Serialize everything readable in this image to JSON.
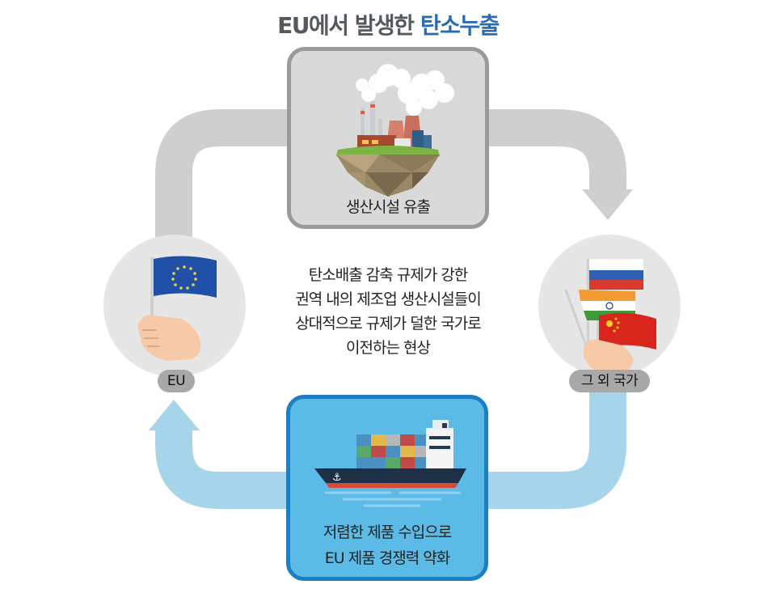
{
  "title": {
    "prefix": "EU에서 발생한 ",
    "highlight": "탄소누출",
    "highlight_color": "#2a6cb3"
  },
  "top_box": {
    "label": "생산시설 유출",
    "illustration": "factory-on-island"
  },
  "bottom_box": {
    "line1": "저렴한 제품 수입으로",
    "line2": "EU 제품 경쟁력 약화",
    "illustration": "container-ship"
  },
  "left_circle": {
    "label": "EU",
    "illustration": "hand-holding-eu-flag"
  },
  "right_circle": {
    "label": "그 외 국가",
    "illustration": "hand-holding-russia-india-china-flags"
  },
  "center_text": {
    "line1": "탄소배출 감축 규제가 강한",
    "line2": "권역 내의 제조업 생산시설들이",
    "line3": "상대적으로 규제가 덜한 국가로",
    "line4": "이전하는 현상"
  },
  "colors": {
    "grey_arrow": "#cfcfcf",
    "blue_arrow": "#a6d4ea",
    "top_box_border": "#9a9a9a",
    "bottom_box_fill": "#5bbbe6",
    "bottom_box_border": "#1c7fc1"
  }
}
